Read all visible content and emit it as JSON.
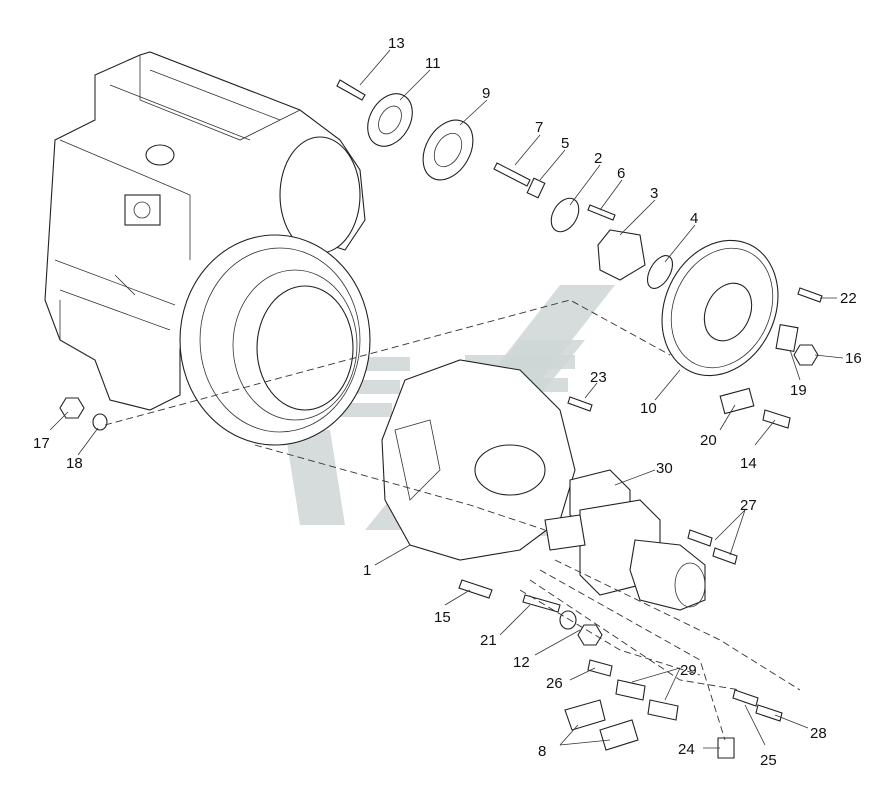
{
  "callouts": [
    {
      "id": "13",
      "text": "13"
    },
    {
      "id": "11",
      "text": "11"
    },
    {
      "id": "9",
      "text": "9"
    },
    {
      "id": "7",
      "text": "7"
    },
    {
      "id": "5",
      "text": "5"
    },
    {
      "id": "2",
      "text": "2"
    },
    {
      "id": "6",
      "text": "6"
    },
    {
      "id": "3",
      "text": "3"
    },
    {
      "id": "4",
      "text": "4"
    },
    {
      "id": "22",
      "text": "22"
    },
    {
      "id": "16",
      "text": "16"
    },
    {
      "id": "19",
      "text": "19"
    },
    {
      "id": "10",
      "text": "10"
    },
    {
      "id": "20",
      "text": "20"
    },
    {
      "id": "14",
      "text": "14"
    },
    {
      "id": "23",
      "text": "23"
    },
    {
      "id": "17",
      "text": "17"
    },
    {
      "id": "18",
      "text": "18"
    },
    {
      "id": "30",
      "text": "30"
    },
    {
      "id": "27",
      "text": "27"
    },
    {
      "id": "1",
      "text": "1"
    },
    {
      "id": "15",
      "text": "15"
    },
    {
      "id": "21",
      "text": "21"
    },
    {
      "id": "12",
      "text": "12"
    },
    {
      "id": "26",
      "text": "26"
    },
    {
      "id": "29",
      "text": "29"
    },
    {
      "id": "8",
      "text": "8"
    },
    {
      "id": "24",
      "text": "24"
    },
    {
      "id": "25",
      "text": "25"
    },
    {
      "id": "28",
      "text": "28"
    }
  ]
}
